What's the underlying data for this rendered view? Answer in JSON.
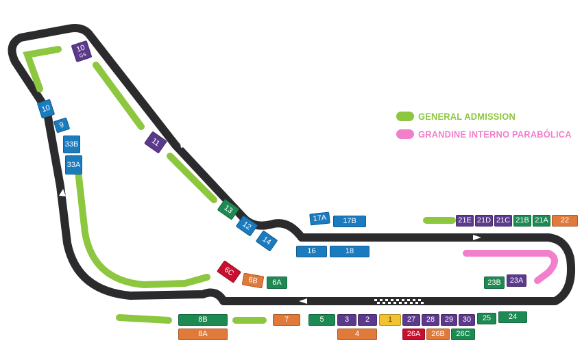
{
  "colors": {
    "track": "#2b2b2d",
    "general_admission": "#8dc63f",
    "grandine": "#f27fcb",
    "purple": "#5b3a8c",
    "blue": "#1b7bbf",
    "green": "#1e8a53",
    "orange": "#e07a3a",
    "red": "#c8102e",
    "yellow": "#f2c230"
  },
  "legend": {
    "general_admission": "GENERAL ADMISSION",
    "grandine": "GRANDINE INTERNO PARABÓLICA"
  },
  "stands": {
    "s10gs": {
      "num": "10",
      "sub": "GS"
    },
    "s10": "10",
    "s9": "9",
    "s33b": "33B",
    "s33a": "33A",
    "s11": "11",
    "s13": "13",
    "s12": "12",
    "s14": "14",
    "s17a": "17A",
    "s17b": "17B",
    "s16": "16",
    "s18": "18",
    "s6c": "6C",
    "s6b": "6B",
    "s6a": "6A",
    "s21e": "21E",
    "s21d": "21D",
    "s21c": "21C",
    "s21b": "21B",
    "s21a": "21A",
    "s22": "22",
    "s23b": "23B",
    "s23a": "23A",
    "s8b": "8B",
    "s8a": "8A",
    "s7": "7",
    "s5": "5",
    "s3": "3",
    "s2": "2",
    "s1": "1",
    "s27": "27",
    "s28": "28",
    "s29": "29",
    "s30": "30",
    "s25": "25",
    "s24": "24",
    "s4": "4",
    "s26a": "26A",
    "s26b": "26B",
    "s26c": "26C"
  }
}
